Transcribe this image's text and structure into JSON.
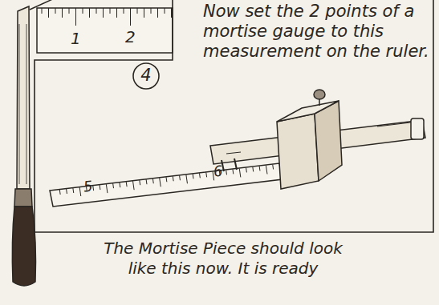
{
  "diagram": {
    "nodes": [
      {
        "text": [
          "Now set the 2 points of a mortise gauge to this measurement on the ruler."
        ]
      },
      {
        "text": [
          "4"
        ],
        "in": 0
      }
    ],
    "labels": [
      "1",
      "2",
      "5",
      "6",
      "The Mortise Piece should look like this now. It is ready"
    ]
  }
}
